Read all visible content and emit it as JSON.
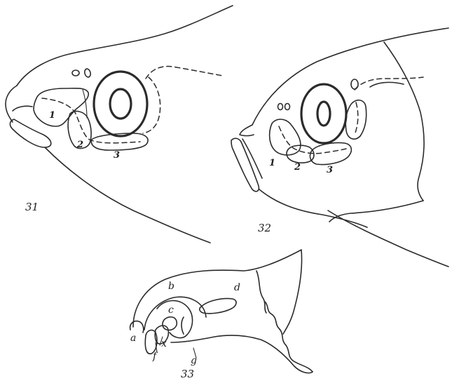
{
  "figures": [
    {
      "number": "31",
      "labels": [
        "1",
        "2",
        "3"
      ]
    },
    {
      "number": "32",
      "labels": [
        "1",
        "2",
        "3"
      ]
    },
    {
      "number": "33",
      "labels": {
        "a": "a",
        "b": "b",
        "c": "c",
        "d": "d",
        "x": "x",
        "f": "f",
        "g": "g"
      }
    }
  ]
}
